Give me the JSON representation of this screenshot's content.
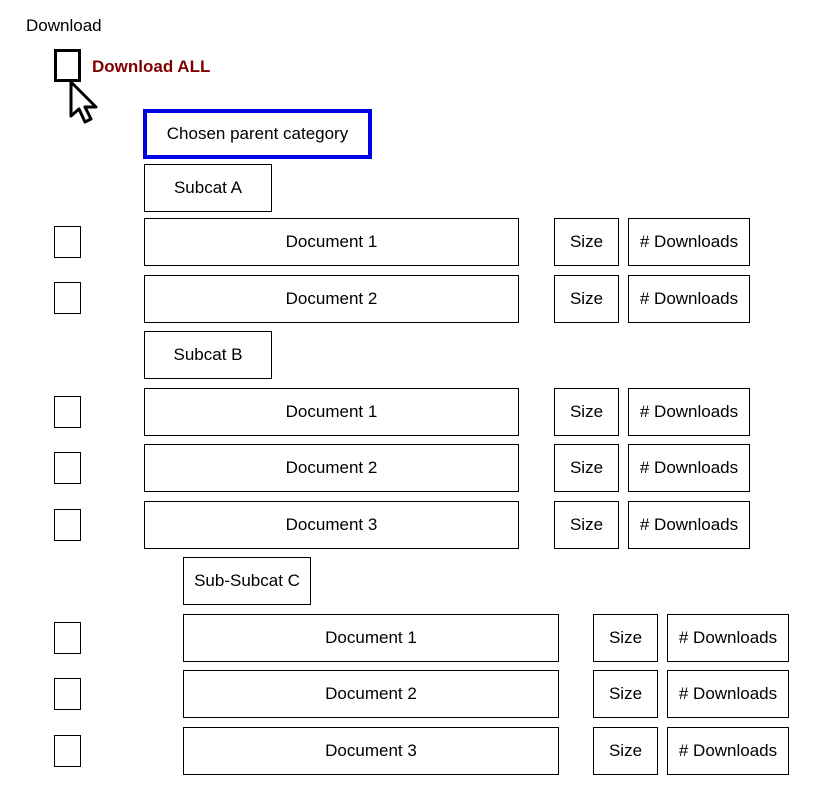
{
  "header": {
    "title": "Download"
  },
  "download_all": {
    "label": "Download ALL",
    "color": "#800000"
  },
  "parent_category": {
    "label": "Chosen parent category",
    "border_color": "#0000e6"
  },
  "subcategories": [
    {
      "label": "Subcat A",
      "documents": [
        {
          "name": "Document 1",
          "size": "Size",
          "downloads": "# Downloads"
        },
        {
          "name": "Document 2",
          "size": "Size",
          "downloads": "# Downloads"
        }
      ]
    },
    {
      "label": "Subcat B",
      "documents": [
        {
          "name": "Document 1",
          "size": "Size",
          "downloads": "# Downloads"
        },
        {
          "name": "Document 2",
          "size": "Size",
          "downloads": "# Downloads"
        },
        {
          "name": "Document 3",
          "size": "Size",
          "downloads": "# Downloads"
        }
      ]
    },
    {
      "label": "Sub-Subcat C",
      "documents": [
        {
          "name": "Document 1",
          "size": "Size",
          "downloads": "# Downloads"
        },
        {
          "name": "Document 2",
          "size": "Size",
          "downloads": "# Downloads"
        },
        {
          "name": "Document 3",
          "size": "Size",
          "downloads": "# Downloads"
        }
      ]
    }
  ],
  "icons": {
    "cursor": "mouse-pointer-icon"
  }
}
